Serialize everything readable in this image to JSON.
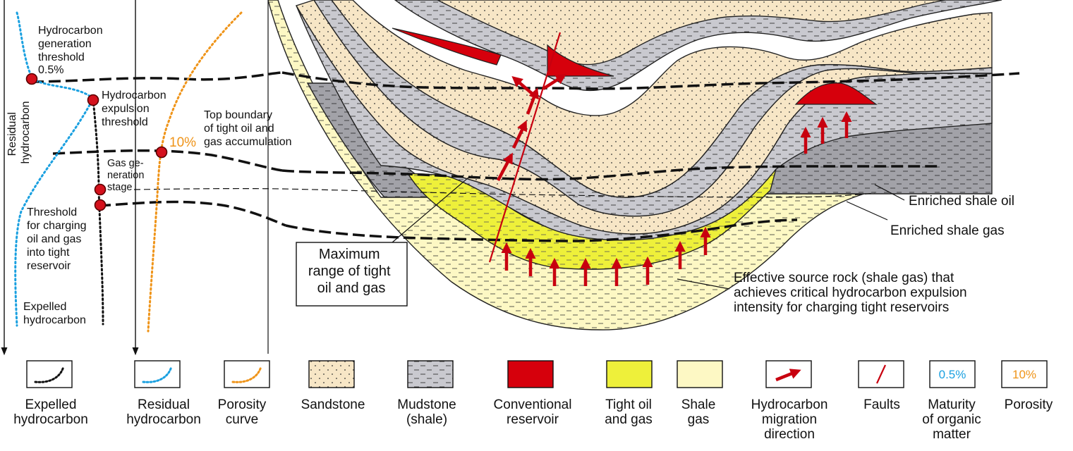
{
  "colors": {
    "sandstone": "#f7e6c6",
    "mudstone": "#c9c9cf",
    "mudstone_dark": "#a2a2a8",
    "conventional": "#d6000c",
    "tight": "#eef03a",
    "shale_gas": "#fdf8c4",
    "blue": "#1aa0e0",
    "orange": "#ef9419",
    "red_arrow": "#c8000f"
  },
  "curves": {
    "hc_generation": [
      "Hydrocarbon",
      "generation",
      "threshold"
    ],
    "maturity_value": "0.5%",
    "hc_expulsion": [
      "Hydrocarbon",
      "expulsion",
      "threshold"
    ],
    "residual_axis": [
      "Residual",
      "hydrocarbon"
    ],
    "gas_generation": [
      "Gas ge-",
      "neration",
      "stage"
    ],
    "charging_threshold": [
      "Threshold",
      "for charging",
      "oil and gas",
      "into tight",
      "reservoir"
    ],
    "expelled": [
      "Expelled",
      "hydrocarbon"
    ],
    "porosity_value": "10%",
    "top_boundary": [
      "Top boundary",
      "of tight oil and",
      "gas accumulation"
    ]
  },
  "section": {
    "max_range": [
      "Maximum",
      "range of tight",
      "oil and gas"
    ],
    "enriched_oil": "Enriched shale oil",
    "enriched_gas": "Enriched shale gas",
    "effective_source": [
      "Effective source rock (shale gas) that",
      "achieves critical hydrocarbon expulsion",
      "intensity for charging tight reservoirs"
    ]
  },
  "legend": [
    {
      "id": "expelled",
      "label": [
        "Expelled",
        "hydrocarbon"
      ]
    },
    {
      "id": "residual",
      "label": [
        "Residual",
        "hydrocarbon"
      ]
    },
    {
      "id": "porosity",
      "label": [
        "Porosity",
        "curve"
      ]
    },
    {
      "id": "sandstone",
      "label": [
        "Sandstone"
      ]
    },
    {
      "id": "mudstone",
      "label": [
        "Mudstone",
        "(shale)"
      ]
    },
    {
      "id": "conventional",
      "label": [
        "Conventional",
        "reservoir"
      ]
    },
    {
      "id": "tight",
      "label": [
        "Tight oil",
        "and gas"
      ]
    },
    {
      "id": "shalegas",
      "label": [
        "Shale",
        "gas"
      ]
    },
    {
      "id": "migration",
      "label": [
        "Hydrocarbon",
        "migration",
        "direction"
      ]
    },
    {
      "id": "faults",
      "label": [
        "Faults"
      ]
    },
    {
      "id": "maturity",
      "label": [
        "Maturity",
        "of organic",
        "matter"
      ],
      "sym": "0.5%"
    },
    {
      "id": "porosityval",
      "label": [
        "Porosity"
      ],
      "sym": "10%"
    }
  ]
}
